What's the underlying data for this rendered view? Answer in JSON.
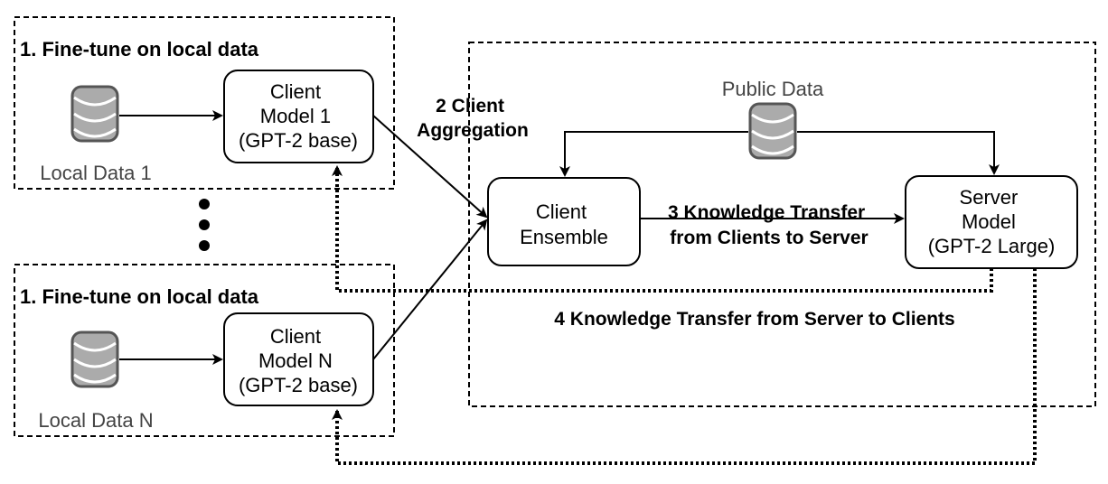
{
  "step1_top": "1. Fine-tune on local data",
  "step1_bottom": "1. Fine-tune on local data",
  "local_data_1": "Local Data 1",
  "local_data_n": "Local Data N",
  "public_data": "Public Data",
  "client_model_1": [
    "Client",
    "Model 1",
    "(GPT-2 base)"
  ],
  "client_model_n": [
    "Client",
    "Model N",
    "(GPT-2 base)"
  ],
  "client_ensemble": [
    "Client",
    "Ensemble"
  ],
  "server_model": [
    "Server",
    "Model",
    "(GPT-2 Large)"
  ],
  "step2": [
    "2 Client",
    "Aggregation"
  ],
  "step3": [
    "3 Knowledge Transfer",
    "from Clients to Server"
  ],
  "step4": "4 Knowledge Transfer from Server to Clients",
  "colors": {
    "database_fill": "#ababab",
    "database_stroke": "#555555"
  }
}
